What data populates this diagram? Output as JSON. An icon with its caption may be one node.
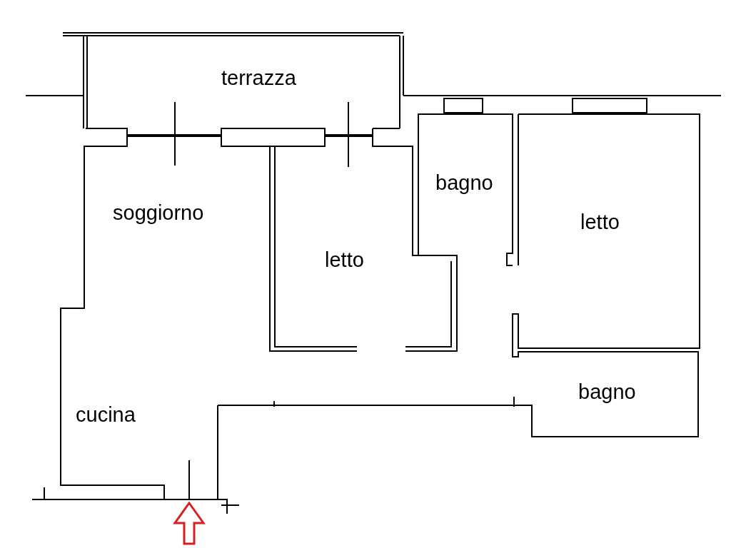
{
  "diagram": {
    "labels": [
      "terrazza",
      "soggiorno",
      "bagno",
      "letto",
      "letto",
      "bagno",
      "cucina"
    ]
  }
}
